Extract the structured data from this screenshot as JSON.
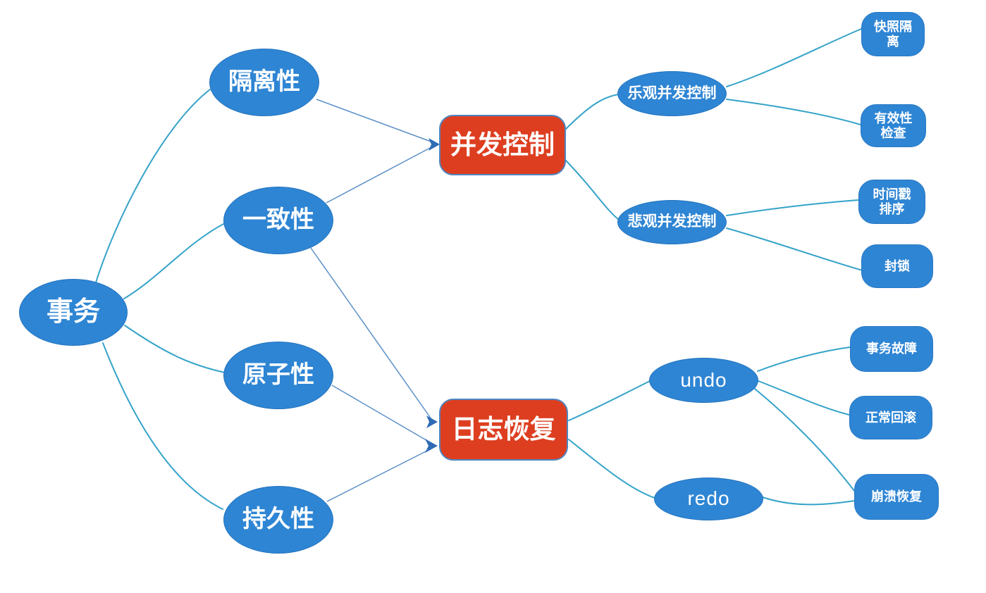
{
  "diagram": {
    "type": "mindmap",
    "root": {
      "label": "事务"
    },
    "level1": {
      "isolation": {
        "label": "隔离性"
      },
      "consistency": {
        "label": "一致性"
      },
      "atomicity": {
        "label": "原子性"
      },
      "durability": {
        "label": "持久性"
      }
    },
    "topics": {
      "concurrency_control": {
        "label": "并发控制"
      },
      "log_recovery": {
        "label": "日志恢复"
      }
    },
    "subtopics": {
      "optimistic": {
        "label": "乐观并发控制"
      },
      "pessimistic": {
        "label": "悲观并发控制"
      },
      "undo": {
        "label": "undo"
      },
      "redo": {
        "label": "redo"
      }
    },
    "leaves": {
      "snapshot_isolation": {
        "label": "快照隔离"
      },
      "validity_check": {
        "label": "有效性检查"
      },
      "timestamp_ordering": {
        "label": "时间戳排序"
      },
      "locking": {
        "label": "封锁"
      },
      "transaction_failure": {
        "label": "事务故障"
      },
      "normal_rollback": {
        "label": "正常回滚"
      },
      "crash_recovery": {
        "label": "崩溃恢复"
      }
    },
    "edges": [
      {
        "from": "事务",
        "to": "隔离性",
        "style": "curve"
      },
      {
        "from": "事务",
        "to": "一致性",
        "style": "curve"
      },
      {
        "from": "事务",
        "to": "原子性",
        "style": "curve"
      },
      {
        "from": "事务",
        "to": "持久性",
        "style": "curve"
      },
      {
        "from": "隔离性",
        "to": "并发控制",
        "style": "arrow"
      },
      {
        "from": "一致性",
        "to": "并发控制",
        "style": "arrow"
      },
      {
        "from": "一致性",
        "to": "日志恢复",
        "style": "arrow"
      },
      {
        "from": "原子性",
        "to": "日志恢复",
        "style": "arrow"
      },
      {
        "from": "持久性",
        "to": "日志恢复",
        "style": "arrow"
      },
      {
        "from": "并发控制",
        "to": "乐观并发控制",
        "style": "curve"
      },
      {
        "from": "并发控制",
        "to": "悲观并发控制",
        "style": "curve"
      },
      {
        "from": "乐观并发控制",
        "to": "快照隔离",
        "style": "curve"
      },
      {
        "from": "乐观并发控制",
        "to": "有效性检查",
        "style": "curve"
      },
      {
        "from": "悲观并发控制",
        "to": "时间戳排序",
        "style": "curve"
      },
      {
        "from": "悲观并发控制",
        "to": "封锁",
        "style": "curve"
      },
      {
        "from": "日志恢复",
        "to": "undo",
        "style": "curve"
      },
      {
        "from": "日志恢复",
        "to": "redo",
        "style": "curve"
      },
      {
        "from": "undo",
        "to": "事务故障",
        "style": "curve"
      },
      {
        "from": "undo",
        "to": "正常回滚",
        "style": "curve"
      },
      {
        "from": "undo",
        "to": "崩溃恢复",
        "style": "curve"
      },
      {
        "from": "redo",
        "to": "崩溃恢复",
        "style": "curve"
      }
    ],
    "colors": {
      "node_blue": "#2e85d4",
      "topic_red": "#dd3e20",
      "topic_border": "#4f86c0",
      "branch_teal": "#35a3c9",
      "arrow_line_blue": "#5b8fc7",
      "arrowhead_blue": "#2e6cb5",
      "text": "#ffffff",
      "background": "#ffffff"
    }
  }
}
